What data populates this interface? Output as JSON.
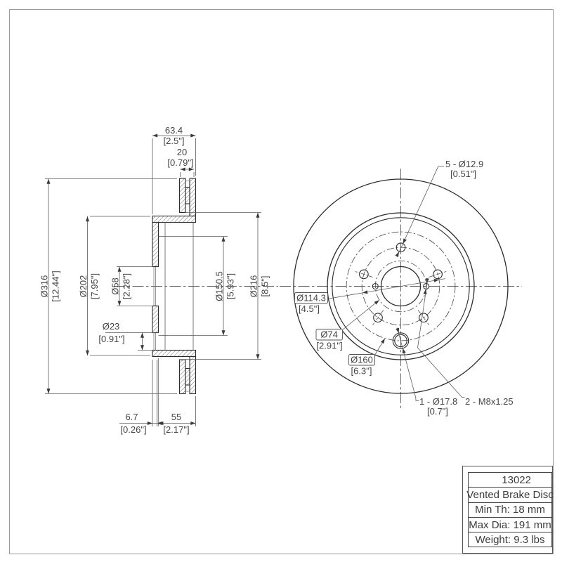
{
  "page": {
    "background": "#ffffff",
    "frame_color": "#9a9a9a",
    "line_color": "#2b2b2b",
    "accent_text_color": "#454545"
  },
  "info_table": {
    "part_number": "13022",
    "product_name": "Vented Brake Disc",
    "min_thickness": "Min Th: 18 mm",
    "max_diameter": "Max Dia: 191 mm",
    "weight": "Weight: 9.3 lbs"
  },
  "section_view": {
    "dims": {
      "overall_width": {
        "mm": "63.4",
        "in": "[2.5\"]"
      },
      "ring_width": {
        "mm": "20",
        "in": "[0.79\"]"
      },
      "outer_dia": {
        "mm": "Ø316",
        "in": "[12.44\"]"
      },
      "hat_dia": {
        "mm": "Ø202",
        "in": "[7.95\"]"
      },
      "bore_dia": {
        "mm": "Ø58",
        "in": "[2.28\"]"
      },
      "hole_dia": {
        "mm": "Ø23",
        "in": "[0.91\"]"
      },
      "hat_inner_dia": {
        "mm": "Ø150.5",
        "in": "[5.93\"]"
      },
      "ring_inner_dia": {
        "mm": "Ø216",
        "in": "[8.5\"]"
      },
      "hat_offset": {
        "mm": "6.7",
        "in": "[0.26\"]"
      },
      "hat_depth": {
        "mm": "55",
        "in": "[2.17\"]"
      }
    }
  },
  "front_view": {
    "callouts": {
      "stud_holes": {
        "label": "5 - Ø12.9",
        "in": "[0.51\"]"
      },
      "bolt_circle": {
        "label": "Ø114.3",
        "in": "[4.5\"]"
      },
      "screw_circle": {
        "label": "Ø74",
        "in": "[2.91\"]"
      },
      "hole_circle": {
        "label": "Ø160",
        "in": "[6.3\"]"
      },
      "alignment_hole": {
        "label": "1 - Ø17.8",
        "in": "[0.7\"]"
      },
      "thread_holes": {
        "label": "2 - M8x1.25"
      }
    }
  }
}
